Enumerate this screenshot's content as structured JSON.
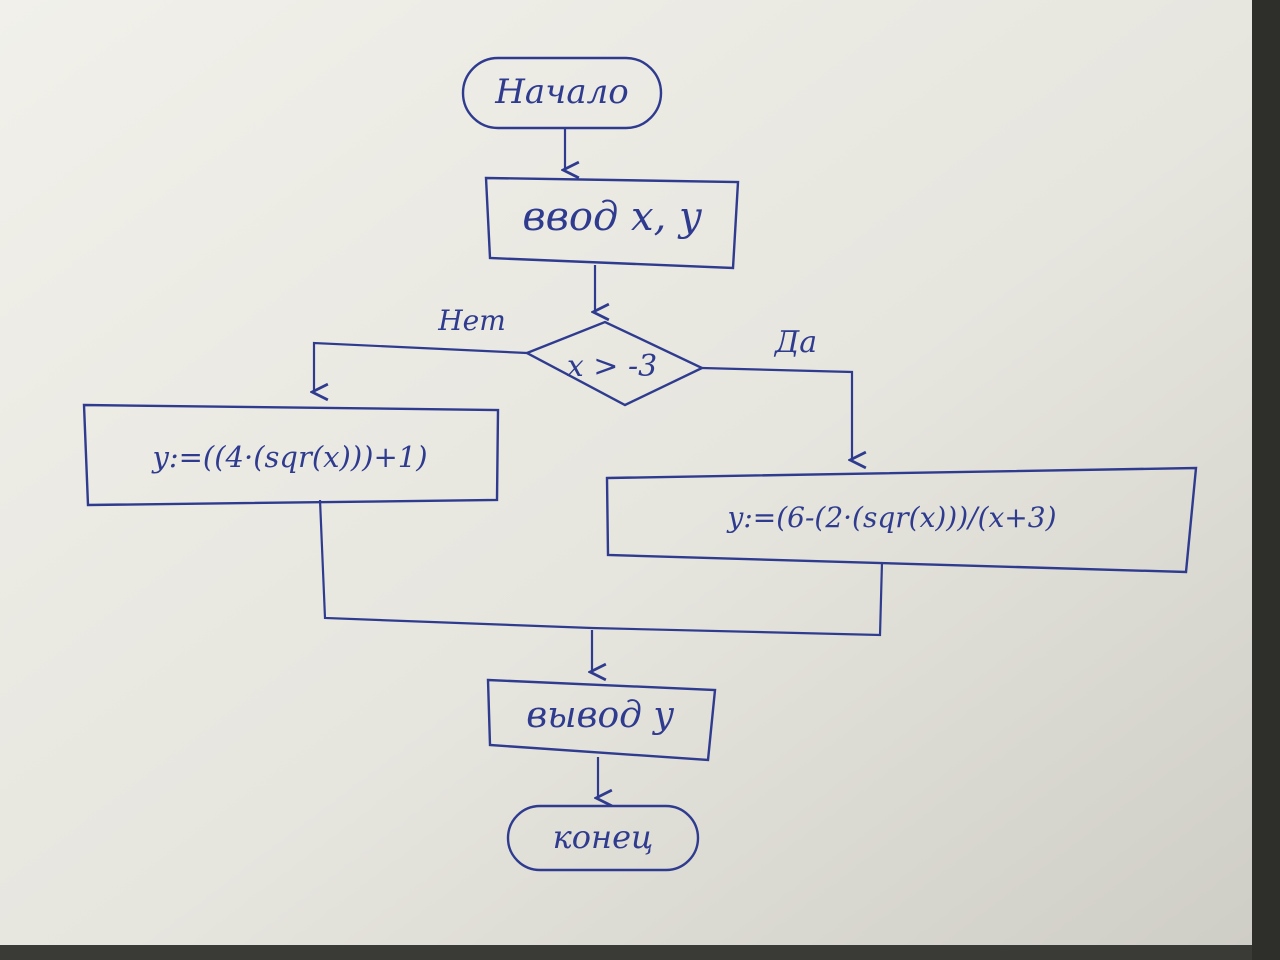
{
  "flowchart": {
    "start": "Начало",
    "input": "ввод x, y",
    "condition": "x > -3",
    "branch_no": "Нет",
    "branch_yes": "Да",
    "process_no": "y:=((4·(sqr(x)))+1)",
    "process_yes": "y:=(6-(2·(sqr(x)))/(x+3)",
    "output": "вывод y",
    "end": "конец"
  },
  "colors": {
    "ink": "#2f3b8f",
    "paper": "#ecebe4",
    "paper_shadow": "#d8d7cf",
    "background": "#3a3a36"
  }
}
